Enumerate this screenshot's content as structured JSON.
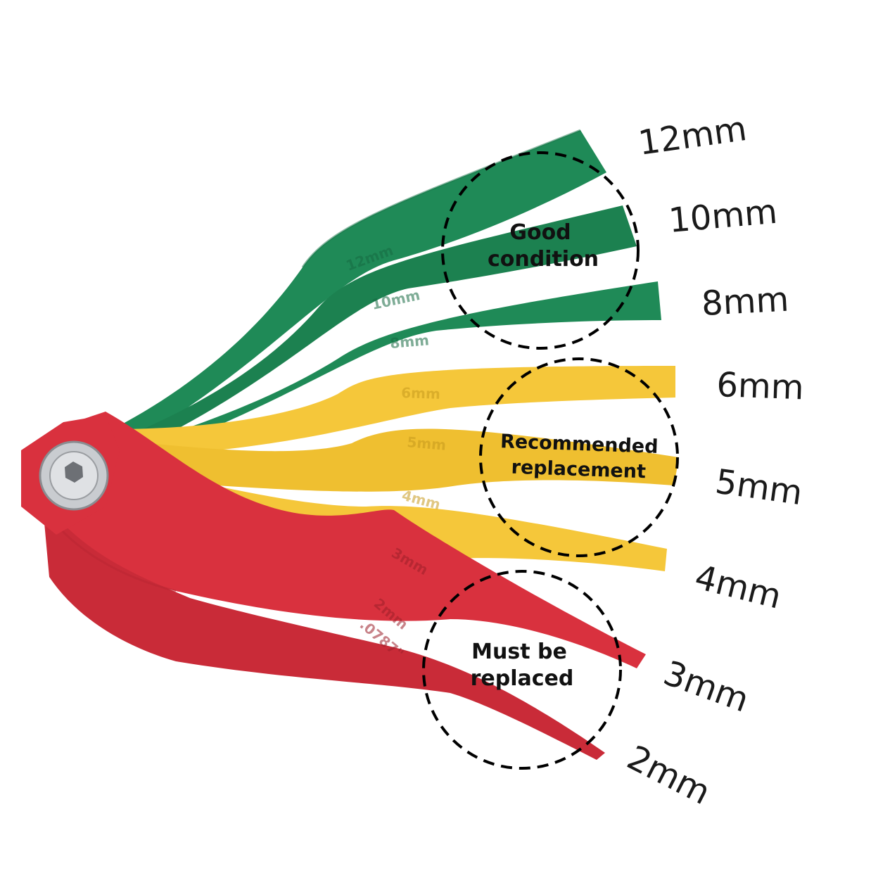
{
  "gauge": {
    "colors": {
      "green": "#1f8a57",
      "green_dark": "#187347",
      "yellow": "#f5c73a",
      "yellow_dark": "#dcae25",
      "red": "#d9313e",
      "red_dark": "#b92532",
      "bolt": "#c9ccd0"
    },
    "blades": [
      {
        "label": "12mm",
        "engraving": "12mm",
        "zone": "good"
      },
      {
        "label": "10mm",
        "engraving": "10mm",
        "zone": "good"
      },
      {
        "label": "8mm",
        "engraving": "8mm",
        "zone": "good"
      },
      {
        "label": "6mm",
        "engraving": "6mm",
        "zone": "recommended"
      },
      {
        "label": "5mm",
        "engraving": "5mm",
        "zone": "recommended"
      },
      {
        "label": "4mm",
        "engraving": "4mm",
        "zone": "recommended"
      },
      {
        "label": "3mm",
        "engraving": "3mm",
        "zone": "replace"
      },
      {
        "label": "2mm",
        "engraving": "2mm",
        "zone": "replace"
      }
    ],
    "engraving_extra": ".0787\""
  },
  "zones": {
    "good": {
      "line1": "Good",
      "line2": "condition"
    },
    "recommended": {
      "line1": "Recommended",
      "line2": "replacement"
    },
    "replace": {
      "line1": "Must be",
      "line2": "replaced"
    }
  }
}
